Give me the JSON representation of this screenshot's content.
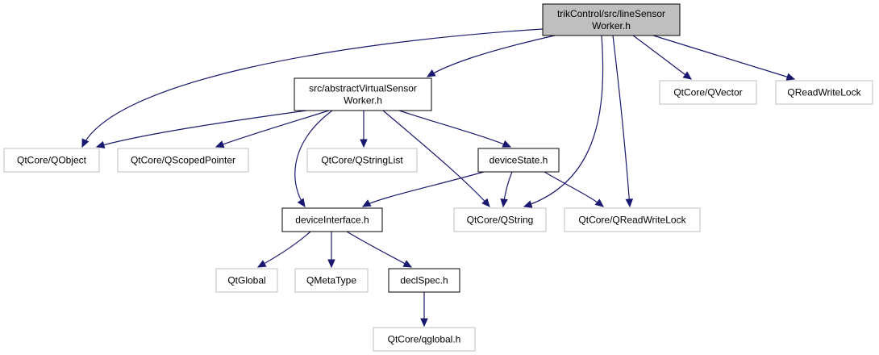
{
  "diagram": {
    "type": "include-dependency-graph",
    "colors": {
      "edge": "#191970",
      "root_fill": "#bfbfbf",
      "external_border": "#bfbfbf",
      "project_border": "#000000"
    },
    "nodes": [
      {
        "id": "root",
        "lines": [
          "trikControl/src/lineSensor",
          "Worker.h"
        ],
        "kind": "root"
      },
      {
        "id": "abstract",
        "lines": [
          "src/abstractVirtualSensor",
          "Worker.h"
        ],
        "kind": "project"
      },
      {
        "id": "qvector",
        "lines": [
          "QtCore/QVector"
        ],
        "kind": "external"
      },
      {
        "id": "qrwlock",
        "lines": [
          "QReadWriteLock"
        ],
        "kind": "external"
      },
      {
        "id": "qobject",
        "lines": [
          "QtCore/QObject"
        ],
        "kind": "external"
      },
      {
        "id": "qscoped",
        "lines": [
          "QtCore/QScopedPointer"
        ],
        "kind": "external"
      },
      {
        "id": "qstringlist",
        "lines": [
          "QtCore/QStringList"
        ],
        "kind": "external"
      },
      {
        "id": "devicestate",
        "lines": [
          "deviceState.h"
        ],
        "kind": "project"
      },
      {
        "id": "deviceinterface",
        "lines": [
          "deviceInterface.h"
        ],
        "kind": "project"
      },
      {
        "id": "qstring",
        "lines": [
          "QtCore/QString"
        ],
        "kind": "external"
      },
      {
        "id": "qtcorerwlock",
        "lines": [
          "QtCore/QReadWriteLock"
        ],
        "kind": "external"
      },
      {
        "id": "qtglobal",
        "lines": [
          "QtGlobal"
        ],
        "kind": "external"
      },
      {
        "id": "qmetatype",
        "lines": [
          "QMetaType"
        ],
        "kind": "external"
      },
      {
        "id": "declspec",
        "lines": [
          "declSpec.h"
        ],
        "kind": "project"
      },
      {
        "id": "qglobal",
        "lines": [
          "QtCore/qglobal.h"
        ],
        "kind": "external"
      }
    ],
    "edges": [
      [
        "root",
        "abstract"
      ],
      [
        "root",
        "qobject"
      ],
      [
        "root",
        "qstring"
      ],
      [
        "root",
        "qtcorerwlock"
      ],
      [
        "root",
        "qvector"
      ],
      [
        "root",
        "qrwlock"
      ],
      [
        "abstract",
        "qobject"
      ],
      [
        "abstract",
        "qscoped"
      ],
      [
        "abstract",
        "qstringlist"
      ],
      [
        "abstract",
        "devicestate"
      ],
      [
        "abstract",
        "deviceinterface"
      ],
      [
        "abstract",
        "qstring"
      ],
      [
        "devicestate",
        "deviceinterface"
      ],
      [
        "devicestate",
        "qstring"
      ],
      [
        "devicestate",
        "qtcorerwlock"
      ],
      [
        "deviceinterface",
        "qtglobal"
      ],
      [
        "deviceinterface",
        "qmetatype"
      ],
      [
        "deviceinterface",
        "declspec"
      ],
      [
        "declspec",
        "qglobal"
      ]
    ]
  }
}
